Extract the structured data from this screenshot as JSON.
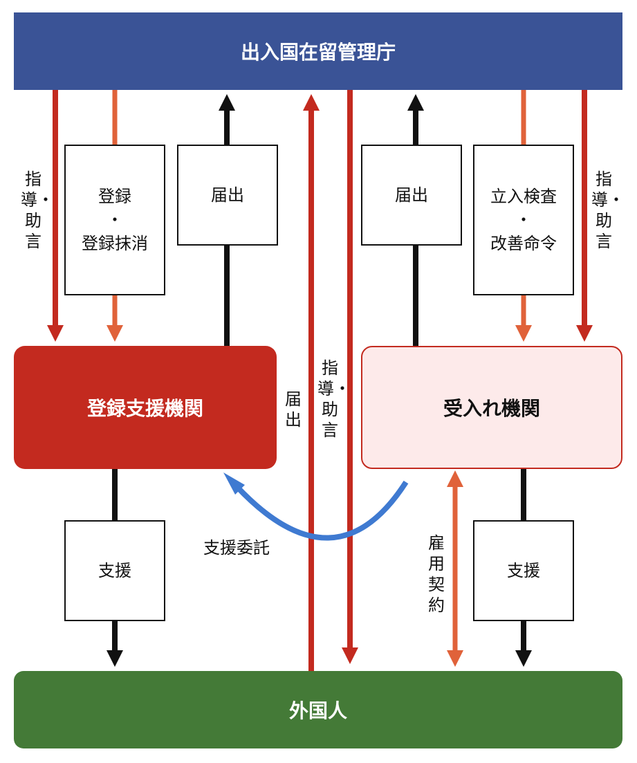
{
  "agency": "出入国在留管理庁",
  "registered_support_org": "登録支援機関",
  "receiving_org": "受入れ機関",
  "foreign_national": "外国人",
  "labels": {
    "guidance_advice_left": "指導・助言",
    "registration_line1": "登録",
    "registration_sep": "・",
    "registration_line2": "登録抹消",
    "notification_left": "届出",
    "notification_center": "届出",
    "guidance_advice_center": "指導・助言",
    "notification_right": "届出",
    "inspection_line1": "立入検査",
    "inspection_sep": "・",
    "inspection_line2": "改善命令",
    "guidance_advice_right": "指導・助言",
    "support_consignment": "支援委託",
    "support_left": "支援",
    "employment_contract": "雇用契約",
    "support_right": "支援"
  },
  "colors": {
    "agency": "#3a5396",
    "registered_support_org": "#c32a1f",
    "receiving_org_fill": "#fdeaea",
    "foreign_national": "#447a37",
    "guidance_arrow": "#c32a1f",
    "registration_arrow": "#e0623a",
    "notification_arrow": "#111111",
    "consignment_arrow": "#3f7ad1"
  }
}
